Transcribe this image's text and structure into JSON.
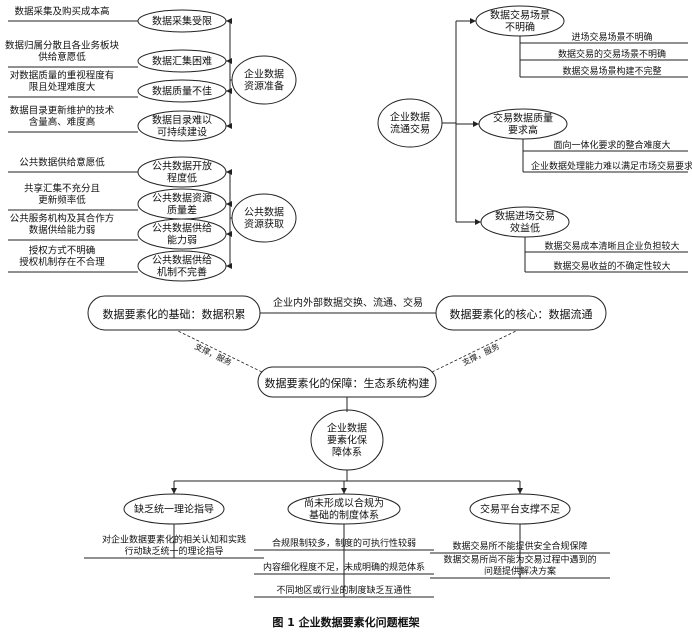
{
  "left_top": {
    "hub": [
      "企业数据",
      "资源准备"
    ],
    "causes": [
      {
        "label": [
          "数据采集受限"
        ],
        "details": [
          [
            "数据采集及购买成本高"
          ]
        ]
      },
      {
        "label": [
          "数据汇集困难"
        ],
        "details": [
          [
            "数据归属分散且各业务板块",
            "供给意愿低"
          ]
        ]
      },
      {
        "label": [
          "数据质量不佳"
        ],
        "details": [
          [
            "对数据质量的重视程度有",
            "限且处理难度大"
          ]
        ]
      },
      {
        "label": [
          "数据目录难以",
          "可持续建设"
        ],
        "details": [
          [
            "数据目录更新维护的技术",
            "含量高、难度高"
          ]
        ]
      }
    ]
  },
  "left_bottom": {
    "hub": [
      "公共数据",
      "资源获取"
    ],
    "causes": [
      {
        "label": [
          "公共数据开放",
          "程度低"
        ],
        "details": [
          [
            "公共数据供给意愿低"
          ]
        ]
      },
      {
        "label": [
          "公共数据资源",
          "质量差"
        ],
        "details": [
          [
            "共享汇集不充分且",
            "更新频率低"
          ]
        ]
      },
      {
        "label": [
          "公共数据供给",
          "能力弱"
        ],
        "details": [
          [
            "公共服务机构及其合作方",
            "数据供给能力弱"
          ]
        ]
      },
      {
        "label": [
          "公共数据供给",
          "机制不完善"
        ],
        "details": [
          [
            "授权方式不明确",
            "授权机制存在不合理"
          ]
        ]
      }
    ]
  },
  "right": {
    "hub": [
      "企业数据",
      "流通交易"
    ],
    "causes": [
      {
        "label": [
          "数据交易场景",
          "不明确"
        ],
        "details": [
          [
            "进场交易场景不明确"
          ],
          [
            "数据交易的交易场景不明确"
          ],
          [
            "数据交易场景构建不完整"
          ]
        ]
      },
      {
        "label": [
          "交易数据质量",
          "要求高"
        ],
        "details": [
          [
            "面向一体化要求的整合难度大"
          ],
          [
            "企业数据处理能力难以满足市场交易要求"
          ]
        ]
      },
      {
        "label": [
          "数据进场交易",
          "效益低"
        ],
        "details": [
          [
            "数据交易成本清晰且企业负担较大"
          ],
          [
            "数据交易收益的不确定性较大"
          ]
        ]
      }
    ]
  },
  "middle": {
    "base": "数据要素化的基础：数据积累",
    "core": "数据要素化的核心：数据流通",
    "guarantee": "数据要素化的保障：生态系统构建",
    "link": "企业内外部数据交换、流通、交易",
    "support_left": "支撑，服务",
    "support_right": "支撑，服务"
  },
  "bottom": {
    "hub": [
      "企业数据",
      "要素化保",
      "障体系"
    ],
    "causes": [
      {
        "label": [
          "缺乏统一理论指导"
        ],
        "details": [
          [
            "对企业数据要素化的相关认知和实践",
            "行动缺乏统一的理论指导"
          ]
        ]
      },
      {
        "label": [
          "尚未形成以合规为",
          "基础的制度体系"
        ],
        "details": [
          [
            "合规限制较多，制度的可执行性较弱"
          ],
          [
            "内容细化程度不足，未成明确的规范体系"
          ],
          [
            "不同地区或行业的制度缺乏互通性"
          ]
        ]
      },
      {
        "label": [
          "交易平台支撑不足"
        ],
        "details": [
          [
            "数据交易所不能提供安全合规保障"
          ],
          [
            "数据交易所尚不能为交易过程中遇到的",
            "问题提供解决方案"
          ]
        ]
      }
    ]
  },
  "caption": "图 1    企业数据要素化问题框架"
}
